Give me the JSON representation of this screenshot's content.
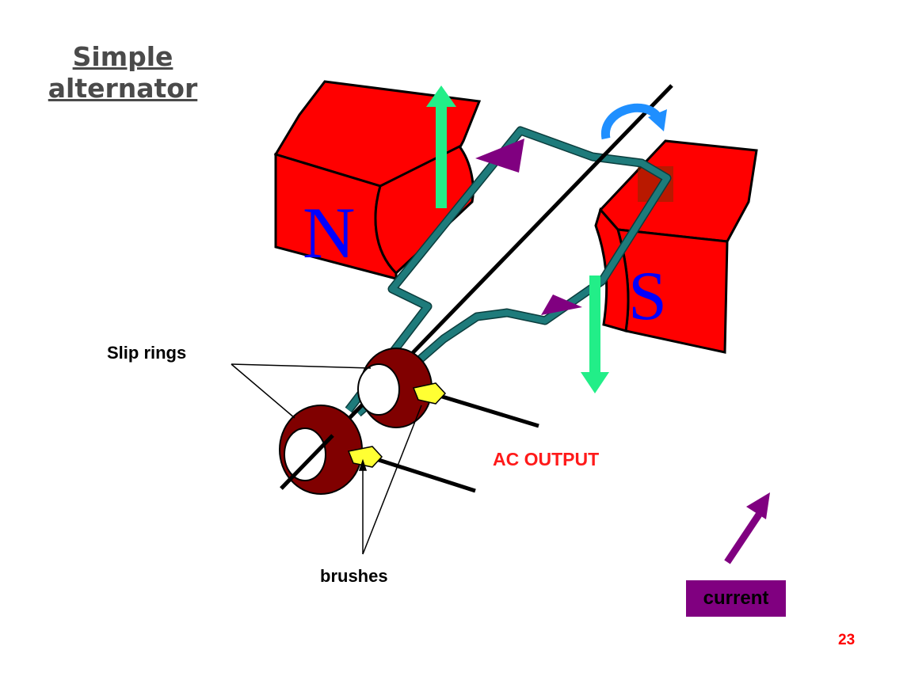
{
  "slide": {
    "title_line1": "Simple",
    "title_line2": "alternator",
    "page_number": "23"
  },
  "diagram": {
    "north_pole_letter": "N",
    "south_pole_letter": "S",
    "slip_rings_label": "Slip rings",
    "brushes_label": "brushes",
    "output_label": "AC OUTPUT",
    "legend_label": "current"
  },
  "colors": {
    "magnet": "#ff0000",
    "pole_letter": "#0000ff",
    "coil": "#1e7b7b",
    "slip_ring": "#800000",
    "brush": "#ffff33",
    "force_arrow": "#22ee88",
    "current_arrow": "#800080",
    "rotation_arrow": "#1f8fff",
    "output_text": "#ff1a1a",
    "page_number": "#ff0000"
  }
}
